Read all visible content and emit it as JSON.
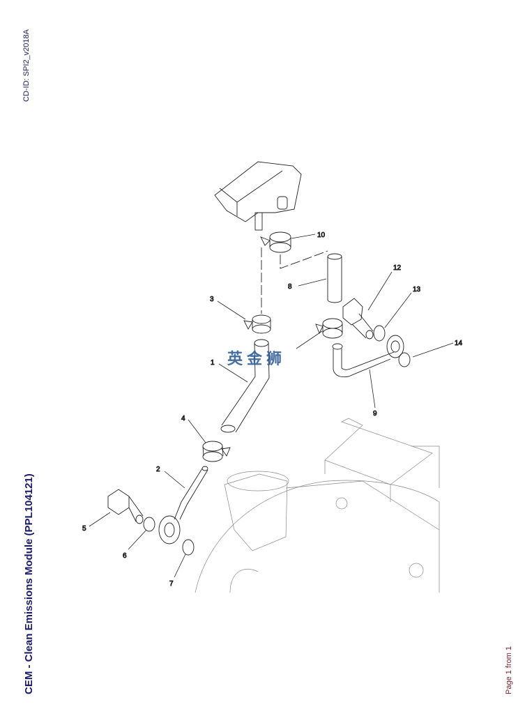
{
  "header": {
    "cd_id": "CD-ID: SPI2_v2018A"
  },
  "footer": {
    "title": "CEM - Clean Emissions Module (PPL104121)",
    "page": "Page 1 from 1"
  },
  "watermark": "英金狮",
  "callouts": [
    "1",
    "2",
    "3",
    "4",
    "5",
    "6",
    "7",
    "8",
    "9",
    "10",
    "12",
    "13",
    "14"
  ]
}
